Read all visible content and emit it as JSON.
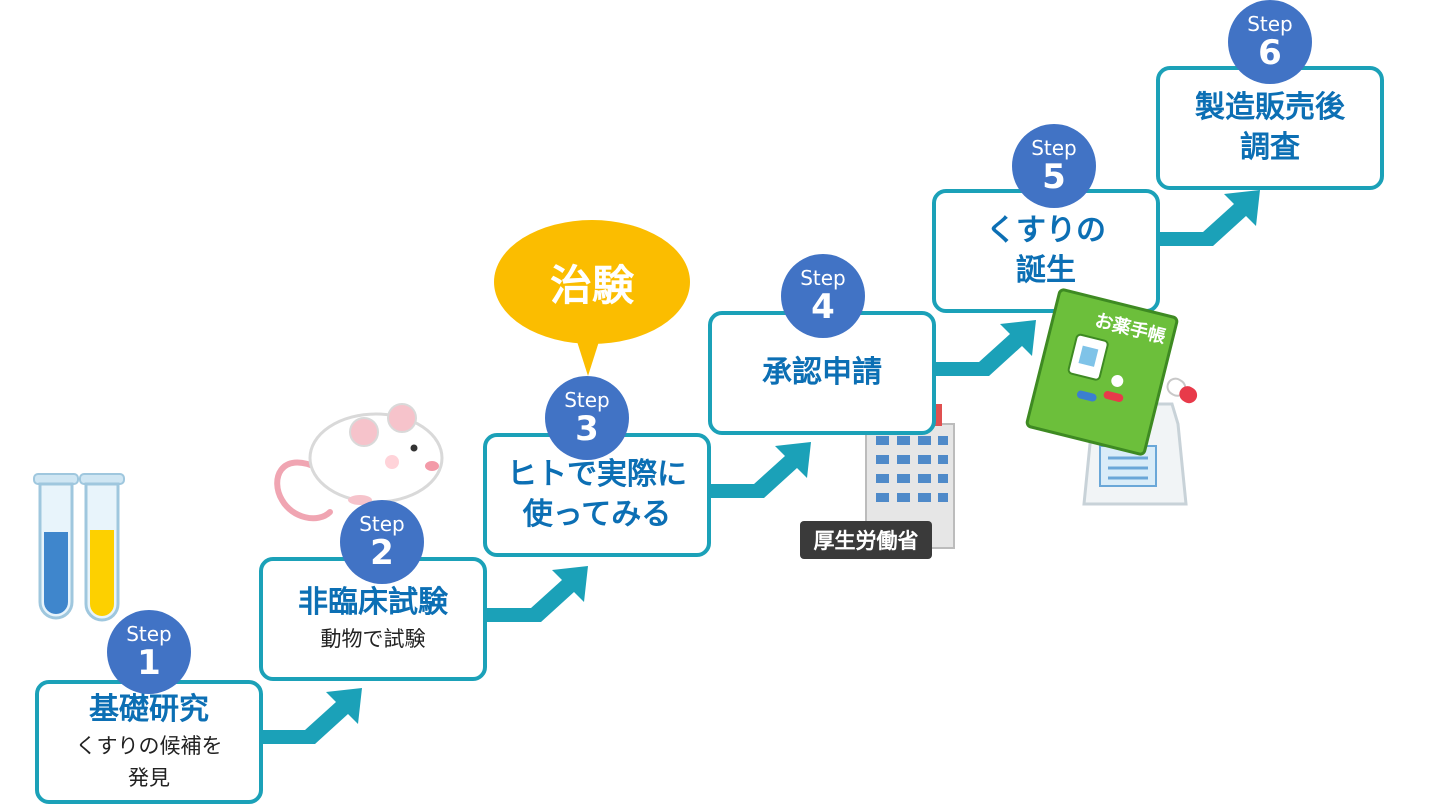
{
  "steps": [
    {
      "word": "Step",
      "num": "1",
      "title": "基礎研究",
      "sub": "くすりの候補を\n発見"
    },
    {
      "word": "Step",
      "num": "2",
      "title": "非臨床試験",
      "sub": "動物で試験"
    },
    {
      "word": "Step",
      "num": "3",
      "title": "ヒトで実際に\n使ってみる",
      "sub": ""
    },
    {
      "word": "Step",
      "num": "4",
      "title": "承認申請",
      "sub": ""
    },
    {
      "word": "Step",
      "num": "5",
      "title": "くすりの\n誕生",
      "sub": ""
    },
    {
      "word": "Step",
      "num": "6",
      "title": "製造販売後\n調査",
      "sub": ""
    }
  ],
  "callout": "治験",
  "ministry_sign": "厚生労働省",
  "notebook_title": "お薬手帳",
  "icons": [
    "test-tubes-icon",
    "mouse-icon",
    "ministry-building-icon",
    "medicine-notebook-icon",
    "medicine-bag-icon",
    "capsule-icon"
  ],
  "colors": {
    "box_border": "#1ba1b8",
    "title_text": "#0c6fb4",
    "badge": "#4173c5",
    "arrow": "#1ba1b8",
    "callout": "#fbbd00"
  }
}
